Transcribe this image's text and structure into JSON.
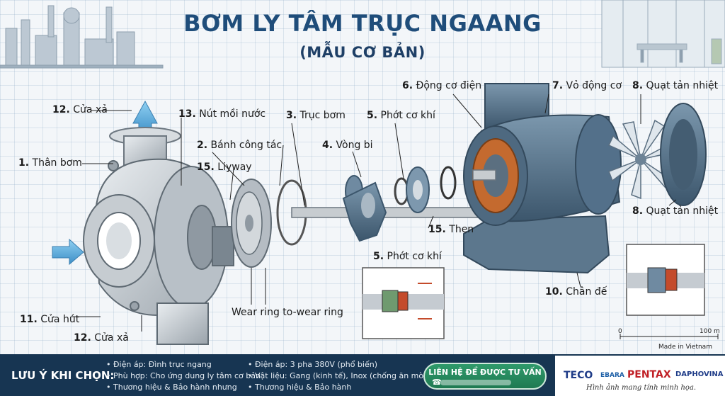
{
  "title": "BƠM LY TÂM TRỤC NGAANG",
  "subtitle": "(MẪU CƠ BẢN)",
  "labels": {
    "than_bom_num": "1.",
    "than_bom": "Thân bơm",
    "banh_cong_tac_num": "2.",
    "banh_cong_tac": "Bánh công tác",
    "truc_bom_num": "3.",
    "truc_bom": "Trục bơm",
    "vong_bi_num": "4.",
    "vong_bi": "Vòng bi",
    "phot_co_khi_num": "5.",
    "phot_co_khi": "Phớt cơ khí",
    "phot_co_khi_detail_num": "5.",
    "phot_co_khi_detail": "Phớt cơ khí",
    "dong_co_dien_num": "6.",
    "dong_co_dien": "Động cơ điện",
    "vo_dong_co_num": "7.",
    "vo_dong_co": "Vỏ động cơ",
    "quat_tan_nhiet_top_num": "8.",
    "quat_tan_nhiet_top": "Quạt tản nhiệt",
    "quat_tan_nhiet_bottom_num": "8.",
    "quat_tan_nhiet_bottom": "Quạt tản nhiệt",
    "chan_de_num": "10.",
    "chan_de": "Chân đế",
    "cua_hut_num": "11.",
    "cua_hut": "Cửa hút",
    "cua_xa_top_num": "12.",
    "cua_xa_top": "Cửa xả",
    "cua_xa_bottom_num": "12.",
    "cua_xa_bottom": "Cửa xả",
    "nut_moi_nuoc_num": "13.",
    "nut_moi_nuoc": "Nút mồi nước",
    "liyway_num": "15.",
    "liyway": "Liyway",
    "then_num": "15.",
    "then": "Then",
    "wear_ring": "Wear ring to-wear ring"
  },
  "scale": {
    "zero": "0",
    "end": "100 m",
    "made_in": "Made in Vietnam"
  },
  "notes": {
    "heading": "LƯU Ý KHI CHỌN:",
    "col1": [
      "Điện áp: Đình trục ngang",
      "Phù hợp: Cho ứng dung ly tâm cơ bản",
      "Thương hiệu & Bảo hành nhưng"
    ],
    "col2": [
      "Điện áp: 3 pha 380V (phổ biến)",
      "Vật liệu: Gang (kinh tế), Inox (chống ăn mòn)",
      "Thương hiệu & Bảo hành"
    ]
  },
  "cta": {
    "label": "LIÊN HỆ ĐỂ ĐƯỢC TƯ VẤN"
  },
  "brands": [
    "TECO",
    "EBARA",
    "PENTAX",
    "DAPHOVINA"
  ],
  "caption": "Hình ảnh mang tính minh họa.",
  "colors": {
    "title": "#1f4d7a",
    "motor": "#4f6d86",
    "pump": "#c5cbd1",
    "arrow": "#5aa6d8",
    "footer": "#173552",
    "cta": "#2f9a6b"
  }
}
